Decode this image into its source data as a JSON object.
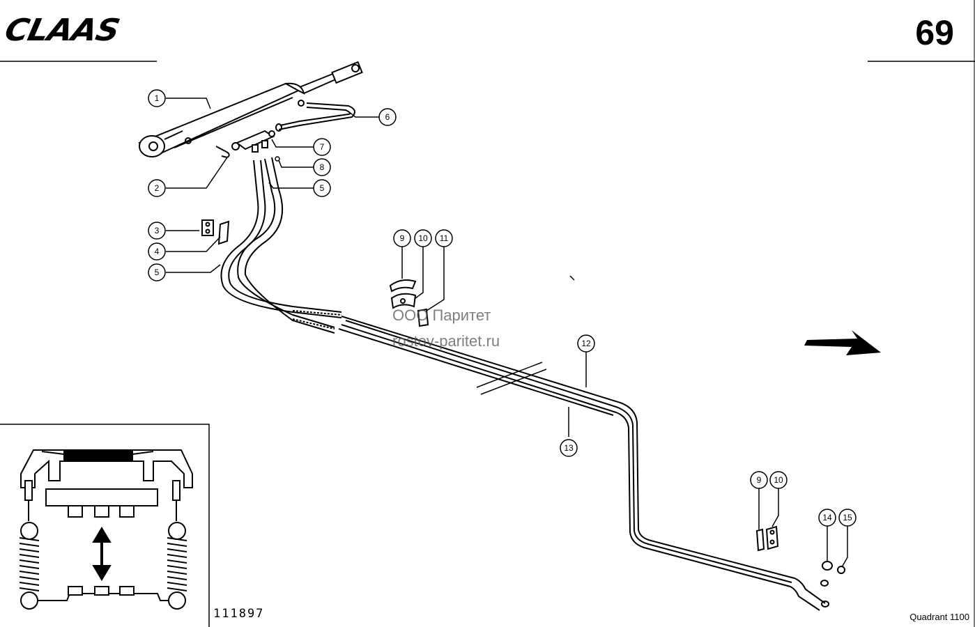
{
  "header": {
    "brand": "CLAAS",
    "page_number": "69"
  },
  "footer": {
    "drawing_number": "111897",
    "model": "Quadrant 1100"
  },
  "watermark": {
    "line1": "ООО Паритет",
    "line2": "rostov-paritet.ru"
  },
  "callouts": [
    {
      "id": "c1",
      "label": "1"
    },
    {
      "id": "c2",
      "label": "2"
    },
    {
      "id": "c3",
      "label": "3"
    },
    {
      "id": "c4",
      "label": "4"
    },
    {
      "id": "c5a",
      "label": "5"
    },
    {
      "id": "c5b",
      "label": "5"
    },
    {
      "id": "c6",
      "label": "6"
    },
    {
      "id": "c7",
      "label": "7"
    },
    {
      "id": "c8",
      "label": "8"
    },
    {
      "id": "c9a",
      "label": "9"
    },
    {
      "id": "c10a",
      "label": "10"
    },
    {
      "id": "c11",
      "label": "11"
    },
    {
      "id": "c12",
      "label": "12"
    },
    {
      "id": "c13",
      "label": "13"
    },
    {
      "id": "c9b",
      "label": "9"
    },
    {
      "id": "c10b",
      "label": "10"
    },
    {
      "id": "c14",
      "label": "14"
    },
    {
      "id": "c15",
      "label": "15"
    }
  ]
}
